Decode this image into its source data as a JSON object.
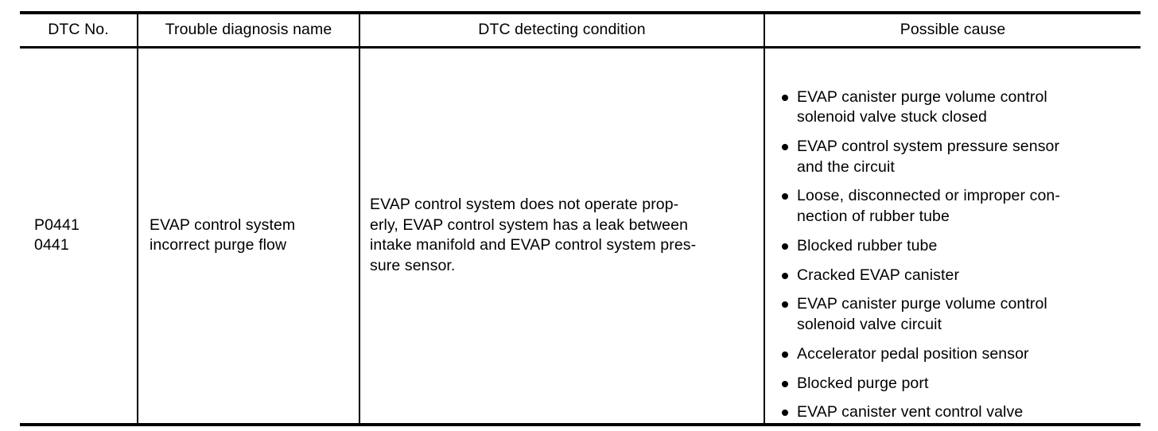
{
  "table": {
    "columns": [
      {
        "id": "dtc_no",
        "label": "DTC No."
      },
      {
        "id": "name",
        "label": "Trouble diagnosis name"
      },
      {
        "id": "condition",
        "label": "DTC detecting condition"
      },
      {
        "id": "cause",
        "label": "Possible cause"
      }
    ],
    "row": {
      "dtc_no": {
        "primary": "P0441",
        "secondary": "0441"
      },
      "name": {
        "line1": "EVAP control system",
        "line2": "incorrect purge flow",
        "full": "EVAP control system incorrect purge flow"
      },
      "condition": {
        "line1": "EVAP control system does not operate prop-",
        "line2": "erly, EVAP control system has a leak between",
        "line3": "intake manifold and EVAP control system pres-",
        "line4": "sure sensor.",
        "full": "EVAP control system does not operate properly, EVAP control system has a leak between intake manifold and EVAP control system pressure sensor."
      },
      "causes": [
        {
          "full": "EVAP canister purge volume control solenoid valve stuck closed",
          "line1": "EVAP canister purge volume control",
          "line2": "solenoid valve stuck closed"
        },
        {
          "full": "EVAP control system pressure sensor and the circuit",
          "line1": "EVAP control system pressure sensor",
          "line2": "and the circuit"
        },
        {
          "full": "Loose, disconnected or improper connection of rubber tube",
          "line1": "Loose, disconnected or improper con-",
          "line2": "nection of rubber tube"
        },
        {
          "full": "Blocked rubber tube",
          "line1": "Blocked rubber tube"
        },
        {
          "full": "Cracked EVAP canister",
          "line1": "Cracked EVAP canister"
        },
        {
          "full": "EVAP canister purge volume control solenoid valve circuit",
          "line1": "EVAP canister purge volume control",
          "line2": "solenoid valve circuit"
        },
        {
          "full": "Accelerator pedal position sensor",
          "line1": "Accelerator pedal position sensor"
        },
        {
          "full": "Blocked purge port",
          "line1": "Blocked purge port"
        },
        {
          "full": "EVAP canister vent control valve",
          "line1": "EVAP canister vent control valve"
        }
      ]
    }
  },
  "style": {
    "rule_color": "#000000",
    "text_color": "#000000",
    "background": "#ffffff"
  }
}
